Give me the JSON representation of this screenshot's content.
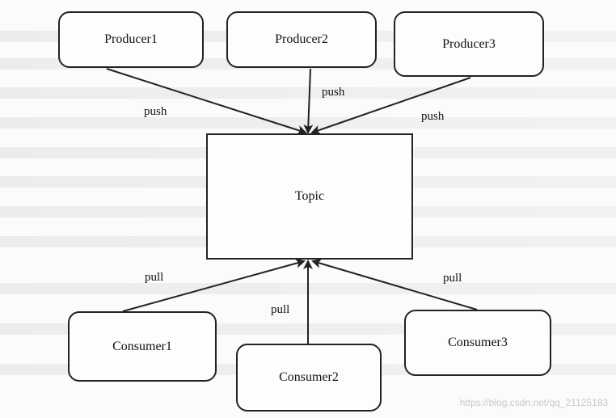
{
  "nodes": {
    "producer1": "Producer1",
    "producer2": "Producer2",
    "producer3": "Producer3",
    "topic": "Topic",
    "consumer1": "Consumer1",
    "consumer2": "Consumer2",
    "consumer3": "Consumer3"
  },
  "edge_labels": {
    "push_p1": "push",
    "push_p2": "push",
    "push_p3": "push",
    "pull_c1": "pull",
    "pull_c2": "pull",
    "pull_c3": "pull"
  },
  "watermark": "https://blog.csdn.net/qq_21125183",
  "colors": {
    "line": "#222222",
    "background": "#fbfbfb"
  }
}
